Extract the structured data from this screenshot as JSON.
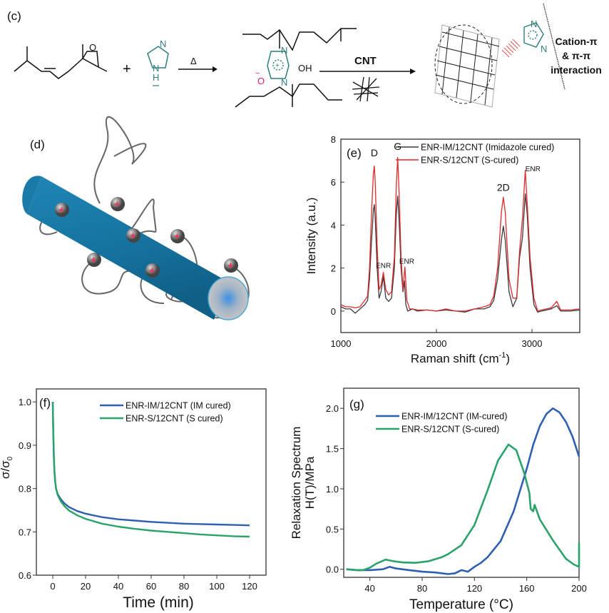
{
  "panel_c": {
    "label": "(c)",
    "epoxide_o": "O",
    "plus": "+",
    "imidazole_n_top": "N",
    "imidazole_nh": "N",
    "imidazole_h": "H",
    "heat_symbol": "Δ",
    "product_n_top": "N",
    "product_n_bottom": "N",
    "product_oh": "OH",
    "product_o_minus": "O",
    "minus_sign": "−",
    "cnt_label": "CNT",
    "cnt_n_top": "N",
    "cnt_n_bottom": "N",
    "interaction_line1": "Cation-π",
    "interaction_line2": "& π-π",
    "interaction_line3": "interaction",
    "colors": {
      "imidazole": "#2e7d7d",
      "anion": "#e0206a",
      "stacking": "#e05050"
    }
  },
  "panel_d": {
    "label": "(d)",
    "cation_count": 7,
    "colors": {
      "tube": "#1a7aa8",
      "cation": "#e8335c"
    }
  },
  "chart_data": [
    {
      "id": "e",
      "type": "line",
      "panel_label": "(e)",
      "xlabel": "Raman shift (cm",
      "xlabel_sup": "-1",
      "xlabel_end": ")",
      "ylabel": "Intensity (a.u.)",
      "xlim": [
        1000,
        3500
      ],
      "ylim": [
        -1,
        8
      ],
      "xticks": [
        1000,
        2000,
        3000
      ],
      "yticks": [
        0,
        2,
        4,
        6,
        8
      ],
      "legend_position": "top-right",
      "annotations": [
        {
          "text": "D",
          "x": 1350,
          "y": 7.2
        },
        {
          "text": "G",
          "x": 1595,
          "y": 7.5
        },
        {
          "text": "ENR",
          "x": 1445,
          "y": 2.0
        },
        {
          "text": "ENR",
          "x": 1690,
          "y": 2.2
        },
        {
          "text": "2D",
          "x": 2700,
          "y": 5.6
        },
        {
          "text": "ENR",
          "x": 3010,
          "y": 6.5
        }
      ],
      "series": [
        {
          "name": "ENR-IM/12CNT (Imidazole cured)",
          "color": "#3a3a3a",
          "x": [
            1000,
            1050,
            1100,
            1150,
            1200,
            1250,
            1280,
            1300,
            1320,
            1340,
            1350,
            1360,
            1380,
            1400,
            1420,
            1445,
            1470,
            1500,
            1530,
            1560,
            1580,
            1595,
            1610,
            1630,
            1650,
            1665,
            1680,
            1700,
            1750,
            1800,
            1900,
            2000,
            2100,
            2200,
            2300,
            2400,
            2500,
            2560,
            2600,
            2640,
            2680,
            2700,
            2720,
            2760,
            2800,
            2840,
            2870,
            2900,
            2930,
            2950,
            2980,
            3020,
            3060,
            3100,
            3200,
            3260,
            3300,
            3400,
            3500
          ],
          "y": [
            0.2,
            0.1,
            0.1,
            -0.1,
            0.1,
            0.3,
            0.5,
            1.5,
            3.2,
            4.7,
            4.95,
            4.3,
            2.0,
            0.6,
            0.9,
            1.6,
            0.6,
            0.45,
            0.6,
            2.0,
            4.5,
            5.35,
            4.2,
            2.0,
            0.9,
            1.4,
            0.3,
            0.0,
            0.1,
            0.0,
            0.05,
            0.0,
            0.05,
            0.0,
            -0.05,
            0.1,
            0.1,
            0.2,
            0.5,
            1.5,
            3.3,
            3.95,
            3.3,
            0.9,
            0.2,
            0.6,
            2.5,
            3.4,
            5.45,
            4.5,
            2.0,
            0.3,
            -0.05,
            0.0,
            0.1,
            0.25,
            0.0,
            0.0,
            0.05
          ]
        },
        {
          "name": "ENR-S/12CNT (S-cured)",
          "color": "#e02a2a",
          "x": [
            1000,
            1050,
            1100,
            1150,
            1200,
            1250,
            1280,
            1300,
            1320,
            1340,
            1350,
            1360,
            1380,
            1400,
            1420,
            1445,
            1470,
            1500,
            1530,
            1560,
            1580,
            1595,
            1610,
            1630,
            1650,
            1670,
            1690,
            1720,
            1750,
            1800,
            1900,
            2000,
            2100,
            2200,
            2300,
            2400,
            2500,
            2560,
            2600,
            2640,
            2680,
            2700,
            2720,
            2760,
            2800,
            2840,
            2870,
            2900,
            2930,
            2950,
            2980,
            3020,
            3060,
            3100,
            3200,
            3260,
            3300,
            3400,
            3500
          ],
          "y": [
            0.3,
            0.2,
            0.2,
            0.15,
            0.2,
            0.5,
            0.7,
            2.0,
            4.5,
            6.4,
            6.75,
            6.0,
            3.0,
            1.0,
            1.2,
            1.8,
            1.0,
            0.75,
            0.9,
            2.5,
            5.8,
            7.15,
            5.5,
            2.5,
            1.0,
            2.05,
            0.5,
            0.1,
            0.1,
            0.05,
            0.05,
            0.0,
            0.1,
            0.0,
            0.0,
            0.1,
            0.2,
            0.3,
            0.7,
            2.0,
            4.6,
            5.3,
            4.6,
            1.5,
            0.6,
            0.6,
            2.8,
            4.3,
            6.55,
            5.0,
            2.5,
            0.6,
            0.0,
            0.05,
            0.15,
            0.45,
            0.05,
            0.05,
            0.1
          ]
        }
      ]
    },
    {
      "id": "f",
      "type": "line",
      "panel_label": "(f)",
      "xlabel": "Time (min)",
      "ylabel": "σ/σ",
      "ylabel_sub": "0",
      "xlim": [
        -10,
        130
      ],
      "ylim": [
        0.6,
        1.03
      ],
      "xticks": [
        0,
        20,
        40,
        60,
        80,
        100,
        120
      ],
      "yticks": [
        0.6,
        0.7,
        0.8,
        0.9,
        1.0
      ],
      "ytick_labels": [
        "0.6",
        "0.7",
        "0.8",
        "0.9",
        "1.0"
      ],
      "legend_position": "top-right",
      "series": [
        {
          "name": "ENR-IM/12CNT (IM cured)",
          "color": "#2f5fb0",
          "x": [
            0,
            0.3,
            0.7,
            1,
            1.5,
            2,
            3,
            5,
            7,
            10,
            15,
            20,
            30,
            40,
            50,
            60,
            70,
            80,
            90,
            100,
            110,
            120
          ],
          "y": [
            1.0,
            0.93,
            0.87,
            0.84,
            0.815,
            0.8,
            0.787,
            0.775,
            0.766,
            0.757,
            0.748,
            0.742,
            0.734,
            0.729,
            0.726,
            0.723,
            0.721,
            0.719,
            0.718,
            0.717,
            0.716,
            0.715
          ]
        },
        {
          "name": "ENR-S/12CNT (S cured)",
          "color": "#2aa36a",
          "x": [
            0,
            0.3,
            0.7,
            1,
            1.5,
            2,
            3,
            5,
            7,
            10,
            15,
            20,
            30,
            40,
            50,
            60,
            70,
            80,
            90,
            100,
            110,
            120
          ],
          "y": [
            1.0,
            0.93,
            0.87,
            0.84,
            0.815,
            0.8,
            0.785,
            0.77,
            0.76,
            0.749,
            0.738,
            0.73,
            0.719,
            0.712,
            0.707,
            0.703,
            0.7,
            0.697,
            0.694,
            0.692,
            0.69,
            0.689
          ]
        }
      ]
    },
    {
      "id": "g",
      "type": "line",
      "panel_label": "(g)",
      "xlabel": "Temperature (°C)",
      "ylabel_line1": "Relaxation Spectrum",
      "ylabel_line2": "H(T)/MPa",
      "xlim": [
        20,
        200
      ],
      "ylim": [
        -0.1,
        2.25
      ],
      "xticks": [
        40,
        80,
        120,
        160,
        200
      ],
      "yticks": [
        0.0,
        0.5,
        1.0,
        1.5,
        2.0
      ],
      "ytick_labels": [
        "0.0",
        "0.5",
        "1.0",
        "1.5",
        "2.0"
      ],
      "legend_position": "top-center",
      "series": [
        {
          "name": "ENR-IM/12CNT (IM-cured)",
          "color": "#2f5fb0",
          "x": [
            22,
            30,
            40,
            50,
            55,
            60,
            70,
            80,
            90,
            100,
            105,
            110,
            115,
            120,
            125,
            130,
            140,
            150,
            160,
            165,
            170,
            175,
            180,
            185,
            190,
            195,
            200
          ],
          "y": [
            0.0,
            -0.01,
            -0.01,
            0.0,
            0.03,
            0.01,
            -0.01,
            -0.03,
            -0.04,
            -0.06,
            -0.05,
            -0.01,
            -0.03,
            0.03,
            0.08,
            0.15,
            0.35,
            0.72,
            1.25,
            1.55,
            1.78,
            1.93,
            2.0,
            1.95,
            1.83,
            1.65,
            1.4
          ]
        },
        {
          "name": "ENR-S/12CNT (S-cured)",
          "color": "#2aa36a",
          "x": [
            22,
            30,
            35,
            40,
            45,
            52,
            58,
            65,
            75,
            85,
            95,
            100,
            110,
            120,
            130,
            138,
            146,
            152,
            158,
            162,
            163,
            165,
            166,
            170,
            180,
            190,
            196,
            200,
            200
          ],
          "y": [
            0.0,
            -0.01,
            -0.01,
            0.02,
            0.07,
            0.12,
            0.1,
            0.085,
            0.08,
            0.1,
            0.15,
            0.19,
            0.3,
            0.55,
            0.98,
            1.35,
            1.55,
            1.48,
            1.2,
            0.95,
            0.75,
            0.72,
            0.8,
            0.62,
            0.36,
            0.13,
            0.06,
            0.03,
            0.33
          ]
        }
      ]
    }
  ]
}
